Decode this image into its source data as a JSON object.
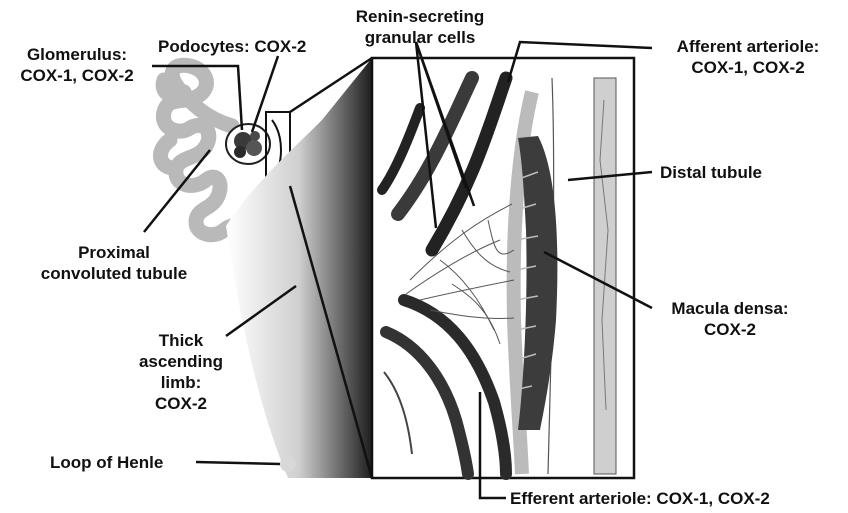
{
  "labels": {
    "glomerulus": [
      "Glomerulus:",
      "COX-1, COX-2"
    ],
    "podocytes": "Podocytes: COX-2",
    "renin": [
      "Renin-secreting",
      "granular cells"
    ],
    "afferent": [
      "Afferent arteriole:",
      "COX-1, COX-2"
    ],
    "distal": "Distal tubule",
    "proximal": [
      "Proximal",
      "convoluted tubule"
    ],
    "macula": [
      "Macula densa:",
      "COX-2"
    ],
    "thick": [
      "Thick",
      "ascending",
      "limb:",
      "COX-2"
    ],
    "loop": "Loop of Henle",
    "efferent": "Efferent arteriole: COX-1, COX-2"
  }
}
